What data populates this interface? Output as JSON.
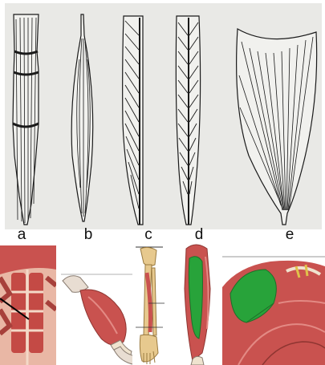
{
  "figure": {
    "labels": [
      "a",
      "b",
      "c",
      "d",
      "e"
    ]
  },
  "colors": {
    "engraving_bg": "#e9e9e6",
    "ink": "#1a1a1a",
    "muscle_red": "#c9524f",
    "muscle_highlight": "#e38a84",
    "bone": "#e7c98e",
    "tendon": "#efe3cf",
    "highlight_green": "#28a33a"
  },
  "icons": [
    "muscle-shape-a",
    "muscle-shape-b",
    "muscle-shape-c",
    "muscle-shape-d",
    "muscle-shape-e"
  ]
}
